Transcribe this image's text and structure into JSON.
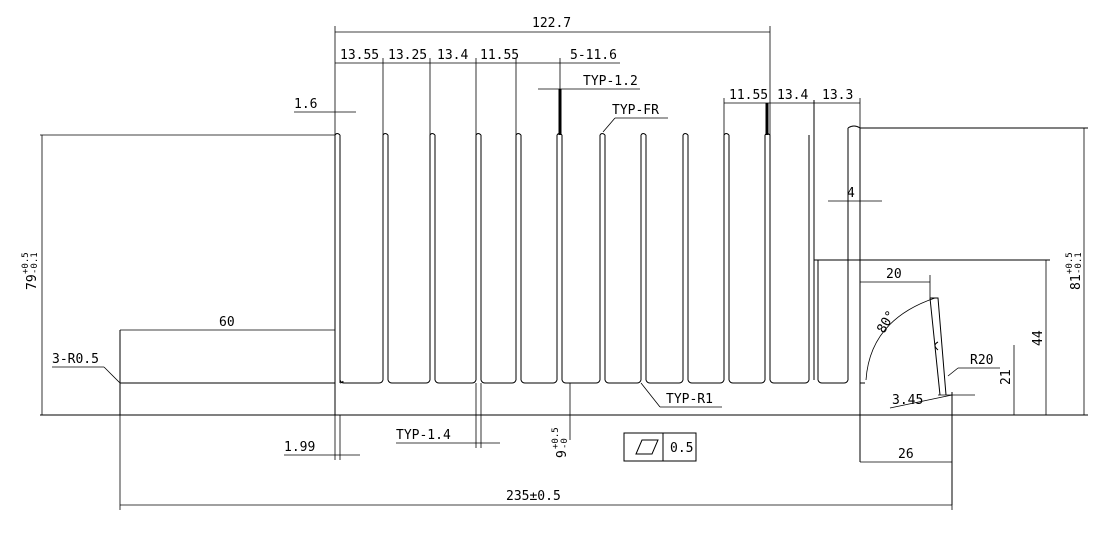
{
  "dimensions": {
    "overall_fin_span": "122.7",
    "pitch_1": "13.55",
    "pitch_2": "13.25",
    "pitch_3": "13.4",
    "pitch_4": "11.55",
    "pitch_5": "5-11.6",
    "pitch_6": "11.55",
    "pitch_7": "13.4",
    "pitch_8": "13.3",
    "fin_thickness_top": "1.6",
    "fin_thickness_bottom": "1.99",
    "left_flange": "60",
    "left_height": "79",
    "left_height_tol_plus": "+0.5",
    "left_height_tol_minus": "-0.1",
    "right_height": "81",
    "right_height_tol_plus": "+0.5",
    "right_height_tol_minus": "-0.1",
    "right_fin_width": "4",
    "right_flange_width": "20",
    "right_base_width": "26",
    "right_step_height": "44",
    "right_step_small": "21",
    "base_thickness": "9",
    "base_thickness_tol_plus": "+0.5",
    "base_thickness_tol_minus": "-0",
    "chamfer_offset": "3.45",
    "overall_width": "235±0.5"
  },
  "notes": {
    "corner_radius": "3-R0.5",
    "typ_thickness_top": "TYP-1.2",
    "typ_fin_root": "TYP-FR",
    "typ_thickness_bottom": "TYP-1.4",
    "typ_root_radius": "TYP-R1",
    "arc_radius": "R20",
    "angle": "80°"
  },
  "flatness": {
    "symbol": "parallelogram-icon",
    "value": "0.5"
  }
}
